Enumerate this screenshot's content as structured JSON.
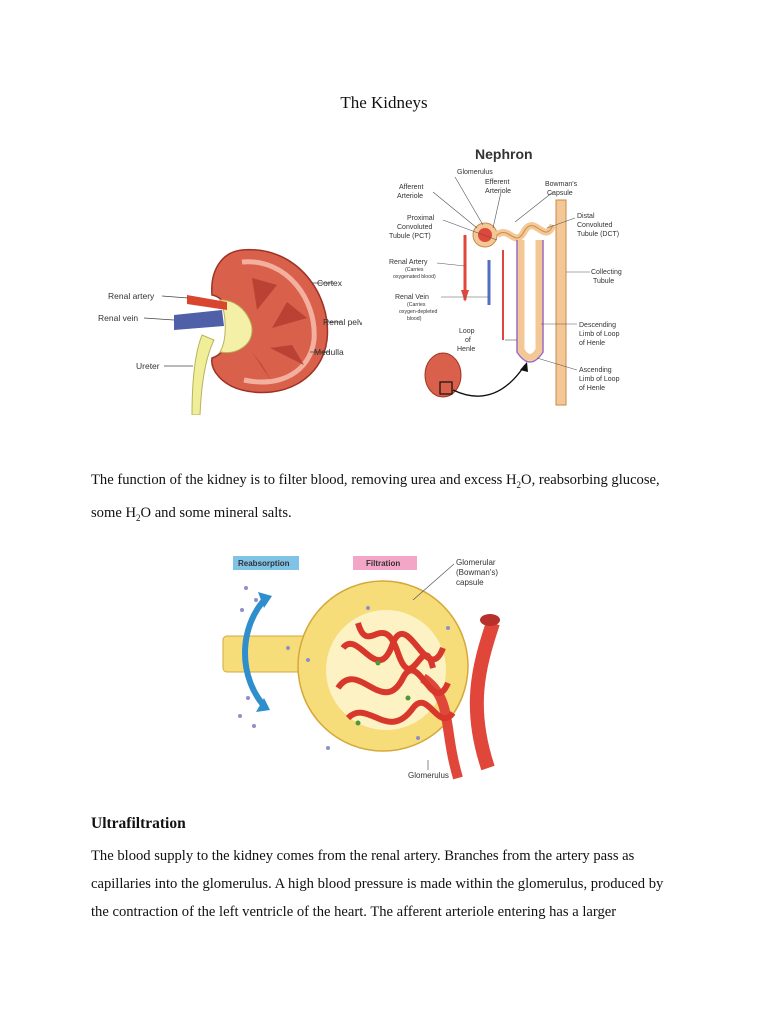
{
  "document": {
    "title": "The Kidneys",
    "paragraph1": {
      "part1": "The function of the kidney is to filter blood, removing urea and excess H",
      "sub1": "2",
      "part2": "O, reabsorbing glucose, some H",
      "sub2": "2",
      "part3": "O and some mineral salts."
    },
    "section_heading": "Ultrafiltration",
    "paragraph2": "The blood supply to the kidney comes from the renal artery. Branches from the artery pass as capillaries into the glomerulus. A high blood pressure is made within the glomerulus, produced by the contraction of the left ventricle of the heart. The afferent arteriole entering has a larger"
  },
  "kidney_figure": {
    "labels": {
      "renal_artery": "Renal artery",
      "renal_vein": "Renal vein",
      "ureter": "Ureter",
      "cortex": "Cortex",
      "renal_pelvis": "Renal pelvis",
      "medulla": "Medulla"
    }
  },
  "nephron_figure": {
    "title": "Nephron",
    "labels": {
      "glomerulus": "Glomerulus",
      "afferent_1": "Afferent",
      "afferent_2": "Arteriole",
      "efferent_1": "Efferent",
      "efferent_2": "Arteriole",
      "bowman_1": "Bowman's",
      "bowman_2": "Capsule",
      "pct_1": "Proximal",
      "pct_2": "Convoluted",
      "pct_3": "Tubule (PCT)",
      "dct_1": "Distal",
      "dct_2": "Convoluted",
      "dct_3": "Tubule (DCT)",
      "renal_artery": "Renal Artery",
      "renal_artery_note_1": "(Carries",
      "renal_artery_note_2": "oxygenated blood)",
      "collecting_1": "Collecting",
      "collecting_2": "Tubule",
      "renal_vein": "Renal Vein",
      "renal_vein_note_1": "(Carries",
      "renal_vein_note_2": "oxygen-depleted",
      "renal_vein_note_3": "blood)",
      "loop_1": "Loop",
      "loop_2": "of",
      "loop_3": "Henle",
      "desc_1": "Descending",
      "desc_2": "Limb of Loop",
      "desc_3": "of Henle",
      "asc_1": "Ascending",
      "asc_2": "Limb of Loop",
      "asc_3": "of Henle"
    }
  },
  "filtration_figure": {
    "reabsorption_label": "Reabsorption",
    "filtration_label": "Filtration",
    "capsule_1": "Glomerular",
    "capsule_2": "(Bowman's)",
    "capsule_3": "capsule",
    "glomerulus": "Glomerulus",
    "colors": {
      "reabsorption_box": "#7fc3e6",
      "filtration_box": "#f4a6c8",
      "vessel": "#e0463a",
      "capsule": "#f7dc7a"
    }
  }
}
